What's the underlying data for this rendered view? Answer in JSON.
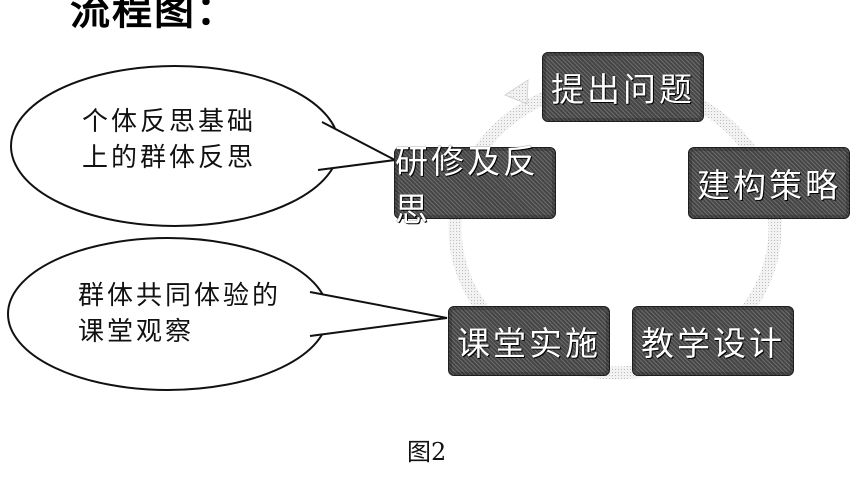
{
  "top_partial_title": "流程图：",
  "cycle": {
    "steps": [
      "提出问题",
      "建构策略",
      "教学设计",
      "课堂实施",
      "研修及反思"
    ]
  },
  "callouts": {
    "upper": [
      "个体反思基础",
      "上的群体反思"
    ],
    "lower": [
      "群体共同体验的",
      "课堂观察"
    ]
  },
  "caption": "图2"
}
